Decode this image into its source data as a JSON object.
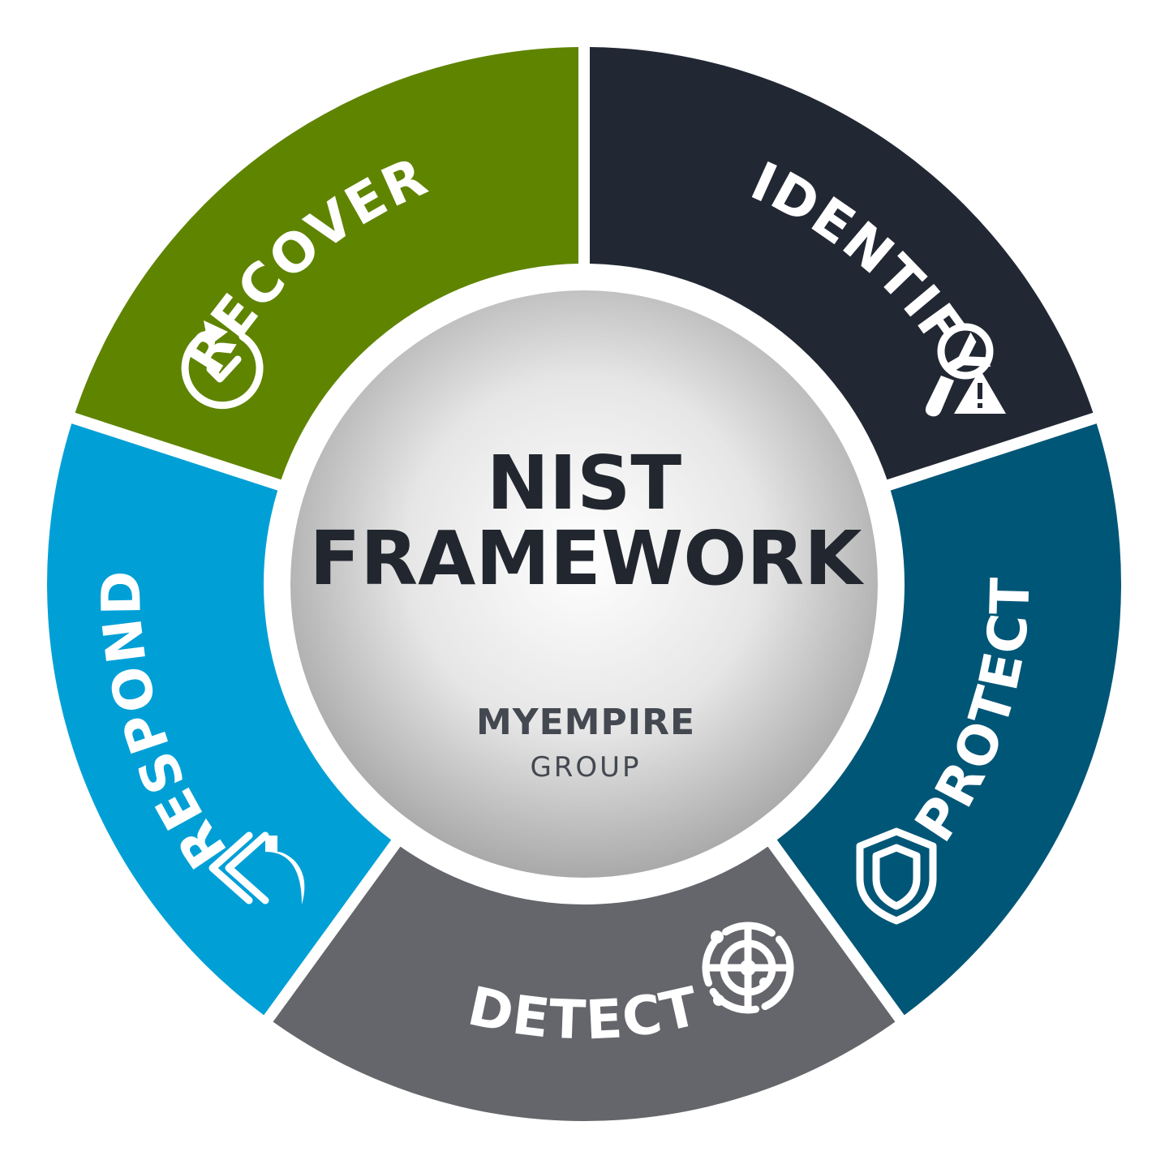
{
  "title": {
    "line1": "NIST",
    "line2": "FRAMEWORK"
  },
  "logo": {
    "main": "MYEMPIRE",
    "sub": "GROUP"
  },
  "segments": [
    {
      "key": "identify",
      "label": "IDENTIFY",
      "color": "#222833",
      "icon": "magnifier-warning-icon"
    },
    {
      "key": "protect",
      "label": "PROTECT",
      "color": "#005677",
      "icon": "shield-icon"
    },
    {
      "key": "detect",
      "label": "DETECT",
      "color": "#64666b",
      "icon": "radar-icon"
    },
    {
      "key": "respond",
      "label": "RESPOND",
      "color": "#00a0d6",
      "icon": "reply-arrows-icon"
    },
    {
      "key": "recover",
      "label": "RECOVER",
      "color": "#5f8400",
      "icon": "clock-check-icon"
    }
  ]
}
